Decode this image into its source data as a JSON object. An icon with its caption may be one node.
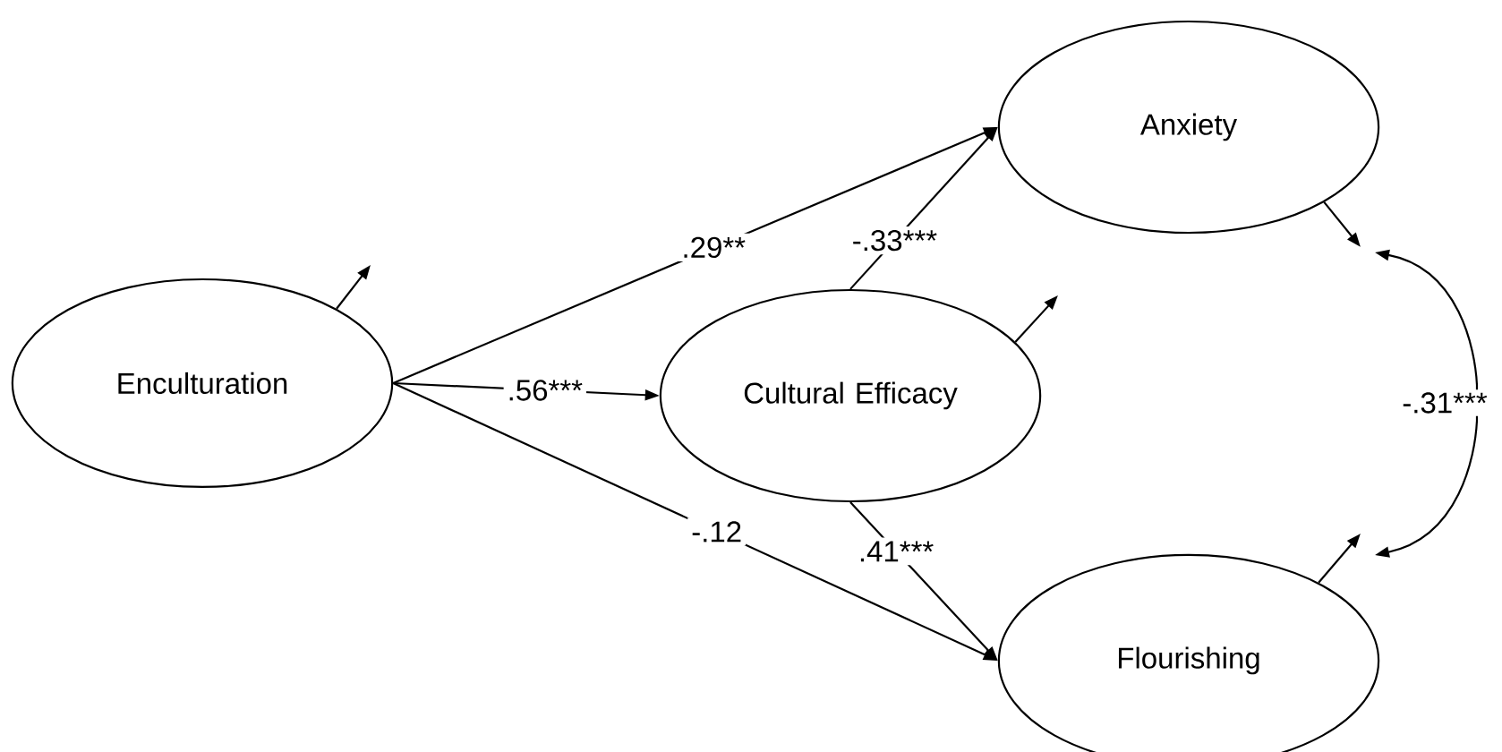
{
  "diagram": {
    "nodes": [
      {
        "text": [
          "Enculturation"
        ]
      },
      {
        "text": [
          "Cultural Efficacy"
        ]
      },
      {
        "text": [
          "Anxiety"
        ]
      },
      {
        "text": [
          "Flourishing"
        ]
      }
    ],
    "edges": [
      {
        "from": 0,
        "to": 2,
        "arrow": "to",
        "label": ".29**"
      },
      {
        "from": 0,
        "to": 1,
        "arrow": "to",
        "label": ".56***"
      },
      {
        "from": 0,
        "to": 3,
        "arrow": "to",
        "label": "-.12"
      },
      {
        "from": 1,
        "to": 2,
        "arrow": "to",
        "label": "-.33***"
      },
      {
        "from": 1,
        "to": 3,
        "arrow": "to",
        "label": ".41***"
      },
      {
        "from": 0,
        "to": null,
        "arrow": "to"
      },
      {
        "from": 1,
        "to": null,
        "arrow": "to"
      },
      {
        "from": 2,
        "to": null,
        "arrow": "to"
      },
      {
        "from": 3,
        "to": null,
        "arrow": "to"
      }
    ],
    "labels": [
      "-.31***"
    ]
  }
}
